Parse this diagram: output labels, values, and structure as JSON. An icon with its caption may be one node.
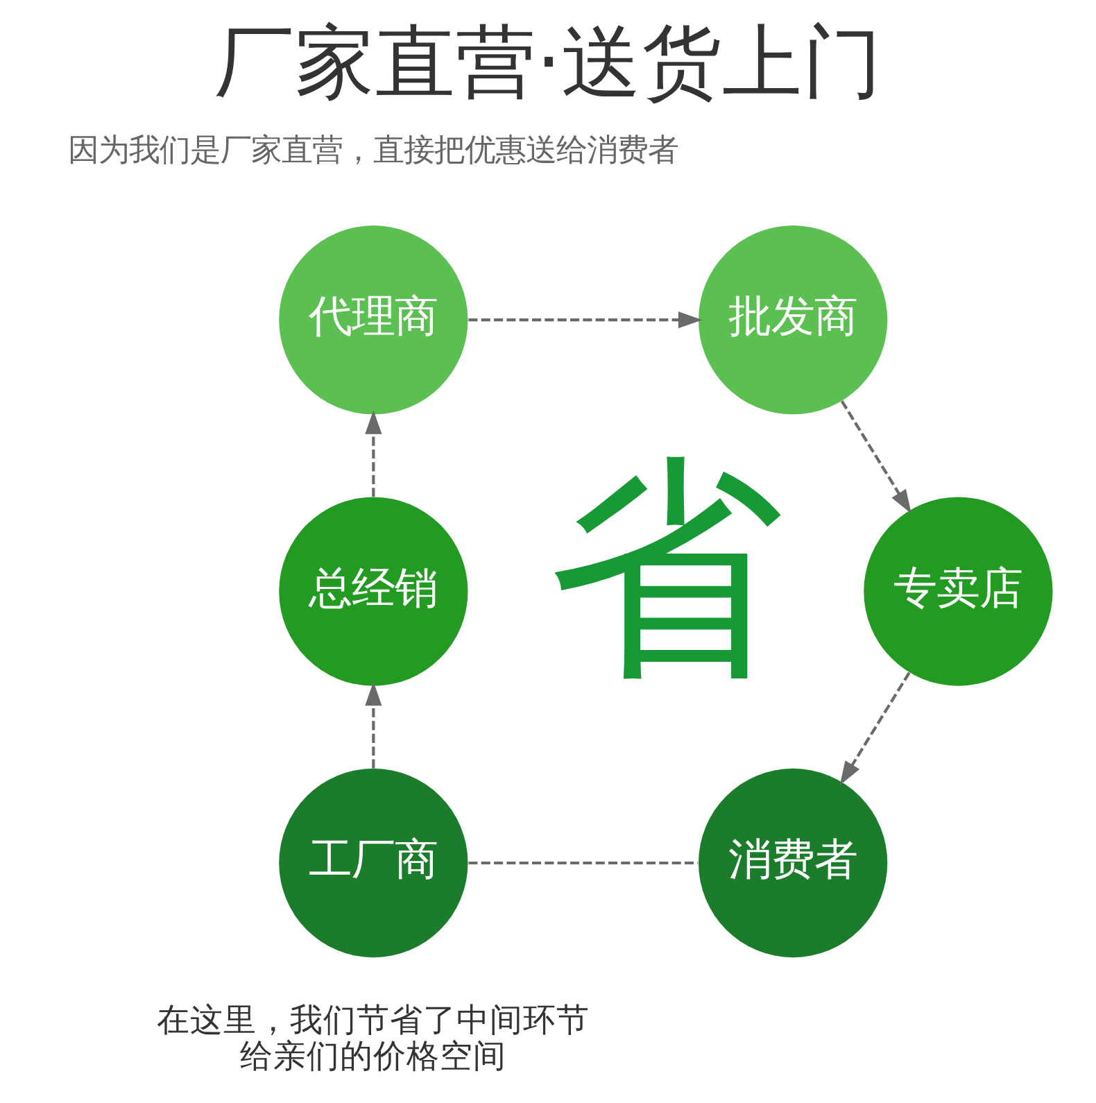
{
  "diagram": {
    "title": "厂家直营·送货上门",
    "nodes": [
      {
        "text": [
          "工厂商"
        ]
      },
      {
        "text": [
          "总经销"
        ]
      },
      {
        "text": [
          "代理商"
        ]
      },
      {
        "text": [
          "批发商"
        ]
      },
      {
        "text": [
          "专卖店"
        ]
      },
      {
        "text": [
          "消费者"
        ]
      }
    ],
    "edges": [
      {
        "from": 0,
        "to": 1,
        "arrow": "to",
        "style": "dashed"
      },
      {
        "from": 1,
        "to": 2,
        "arrow": "to",
        "style": "dashed"
      },
      {
        "from": 2,
        "to": 3,
        "arrow": "to",
        "style": "dashed"
      },
      {
        "from": 3,
        "to": 4,
        "arrow": "to",
        "style": "dashed"
      },
      {
        "from": 4,
        "to": 5,
        "arrow": "to",
        "style": "dashed"
      },
      {
        "from": 0,
        "to": 5,
        "arrow": "none",
        "style": "dashed"
      }
    ],
    "labels": [
      "因为我们是厂家直营，直接把优惠送给消费者",
      "省",
      "在这里，我们节省了中间环节给亲们的价格空间"
    ]
  }
}
